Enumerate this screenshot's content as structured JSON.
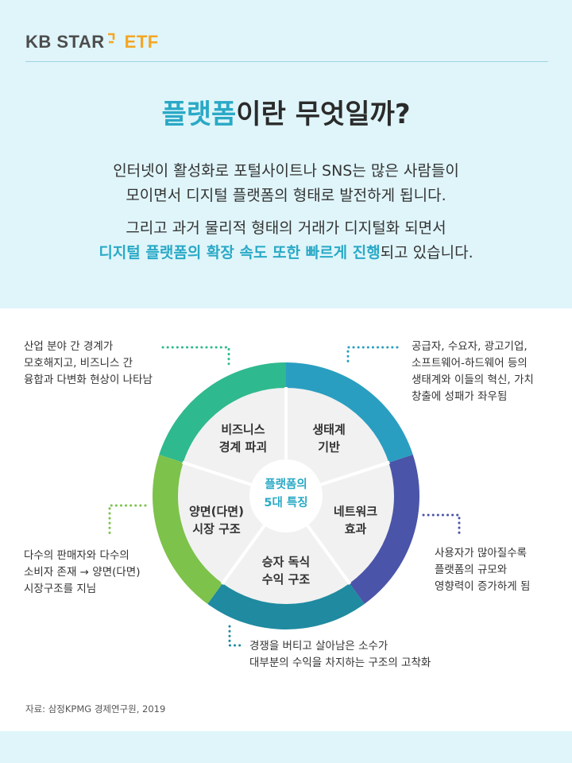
{
  "brand": {
    "name": "KB STAR",
    "suffix": "ETF"
  },
  "title": {
    "highlight": "플랫폼",
    "rest": "이란 무엇일까?"
  },
  "intro": {
    "p1_line1": "인터넷이 활성화로 포털사이트나 SNS는 많은 사람들이",
    "p1_line2": "모이면서 디지털 플랫폼의 형태로 발전하게 됩니다.",
    "p2_line1": "그리고 과거 물리적 형태의 거래가 디지털화 되면서",
    "p2_line2_highlight": "디지털 플랫폼의 확장 속도 또한 빠르게 진행",
    "p2_line2_rest": "되고 있습니다."
  },
  "center": {
    "line1": "플랫폼의",
    "line2": "5대 특징"
  },
  "segments": [
    {
      "line1": "비즈니스",
      "line2": "경계 파괴",
      "color": "#2fb98e"
    },
    {
      "line1": "생태계",
      "line2": "기반",
      "color": "#2a9ec1"
    },
    {
      "line1": "네트워크",
      "line2": "효과",
      "color": "#4a54a8"
    },
    {
      "line1": "승자 독식",
      "line2": "수익 구조",
      "color": "#1f8aa0"
    },
    {
      "line1": "양면(다면)",
      "line2": "시장 구조",
      "color": "#7dc24b"
    }
  ],
  "notes": {
    "business": [
      "산업 분야 간 경계가",
      "모호해지고,  비즈니스 간",
      "융합과 다변화 현상이 나타남"
    ],
    "ecosystem": [
      "공급자, 수요자, 광고기업,",
      "소프트웨어-하드웨어 등의",
      "생태계와 이들의 혁신, 가치",
      "창출에 성패가 좌우됨"
    ],
    "network": [
      "사용자가 많아질수록",
      "플랫폼의 규모와",
      "영향력이 증가하게 됨"
    ],
    "winner": [
      "경쟁을 버티고 살아남은 소수가",
      "대부분의 수익을 차지하는 구조의 고착화"
    ],
    "twosided": [
      "다수의 판매자와 다수의",
      "소비자 존재 → 양면(다면)",
      "시장구조를 지님"
    ]
  },
  "source": "자료: 삼정KPMG 경제연구원, 2019"
}
